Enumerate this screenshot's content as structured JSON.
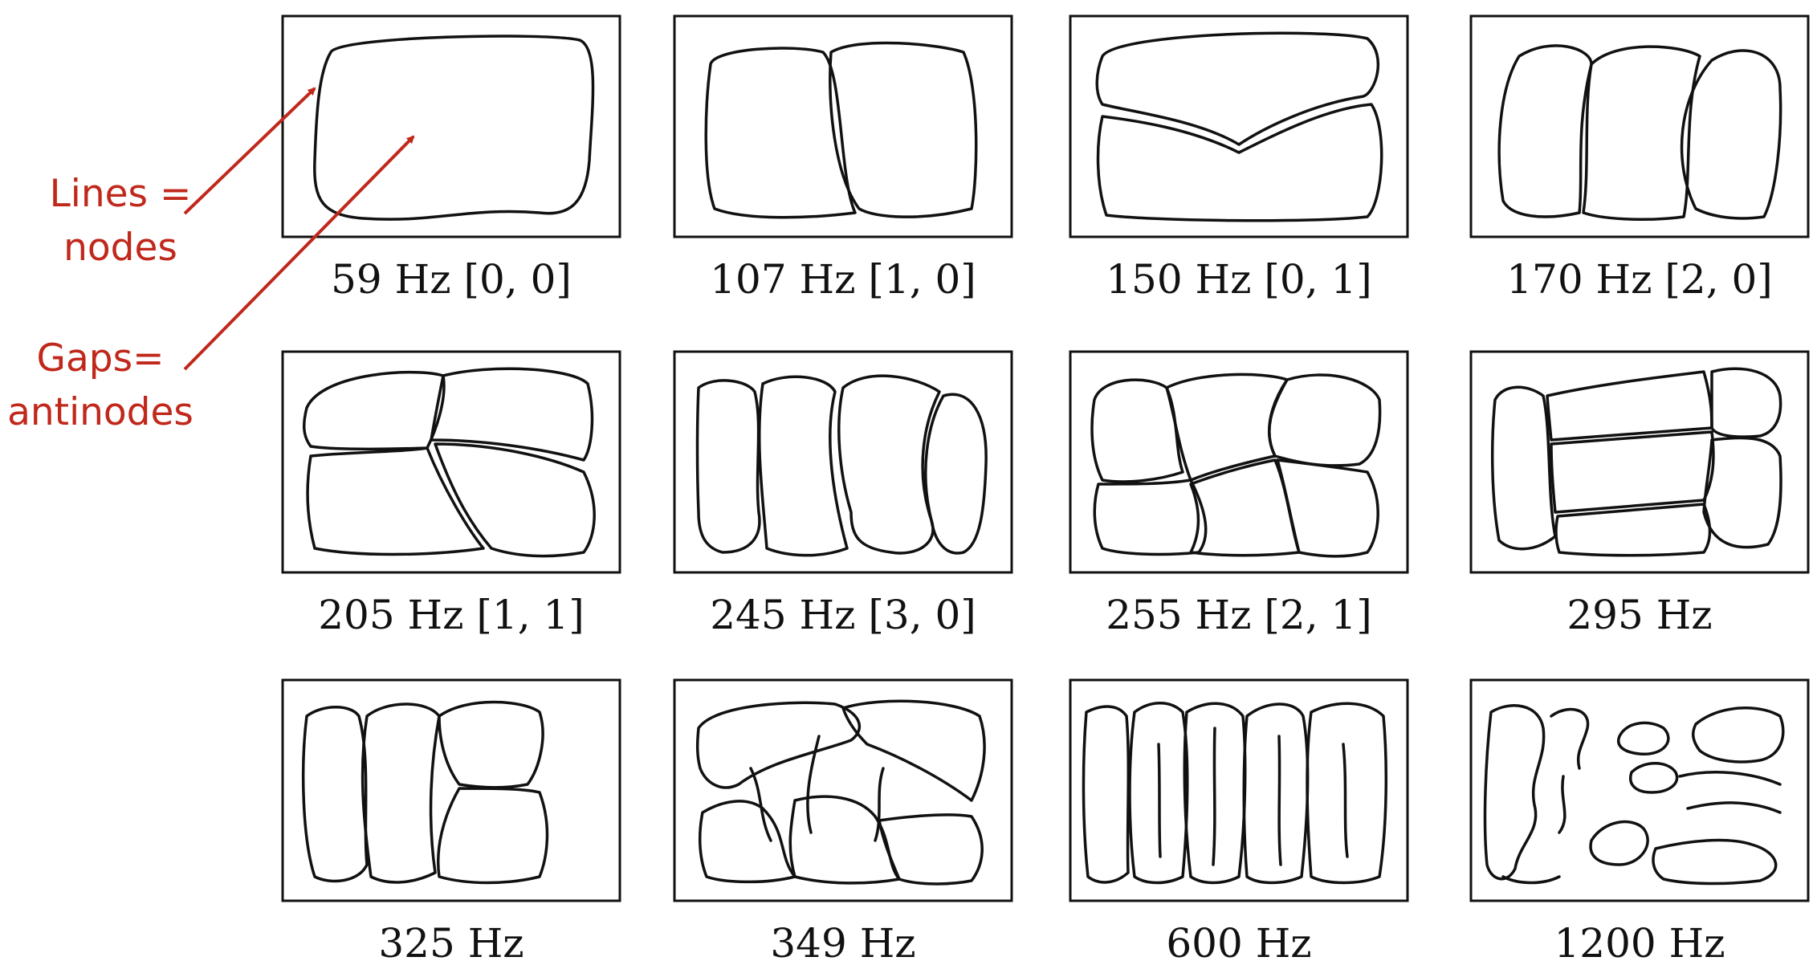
{
  "annotations": {
    "lines": [
      "Lines =",
      "nodes"
    ],
    "gaps": [
      "Gaps=",
      "antinodes"
    ]
  },
  "colors": {
    "annotation": "#c0281b",
    "line": "#111111"
  },
  "panels": [
    {
      "label": "59 Hz [0, 0]"
    },
    {
      "label": "107 Hz [1, 0]"
    },
    {
      "label": "150 Hz [0, 1]"
    },
    {
      "label": "170 Hz [2, 0]"
    },
    {
      "label": "205 Hz [1, 1]"
    },
    {
      "label": "245 Hz [3, 0]"
    },
    {
      "label": "255 Hz [2, 1]"
    },
    {
      "label": "295 Hz"
    },
    {
      "label": "325 Hz"
    },
    {
      "label": "349 Hz"
    },
    {
      "label": "600 Hz"
    },
    {
      "label": "1200 Hz"
    }
  ]
}
